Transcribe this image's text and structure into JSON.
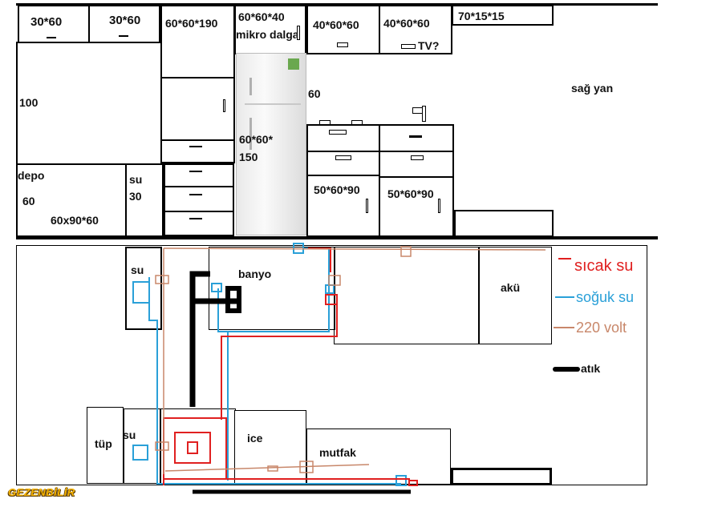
{
  "top": {
    "cab1": "30*60",
    "cab2": "30*60",
    "tall": "60*60*190",
    "micro_line1": "60*60*40",
    "micro_line2": "mikro dalga",
    "cab_40a": "40*60*60",
    "cab_40b": "40*60*60",
    "tv": "TV?",
    "shelf": "70*15*15",
    "side": "sağ yan",
    "h100": "100",
    "depo": "depo",
    "depo_60": "60",
    "depo_dims": "60x90*60",
    "su_top": "su",
    "su_30": "30",
    "fridge_line1": "60*60*",
    "fridge_line2": "150",
    "sixty": "60",
    "drawer_a": "50*60*90",
    "drawer_b": "50*60*90"
  },
  "bottom": {
    "su_upper": "su",
    "banyo": "banyo",
    "aku": "akü",
    "tup": "tüp",
    "su_lower": "su",
    "ice": "ice",
    "mutfak": "mutfak"
  },
  "legend": {
    "hot": "sıcak su",
    "cold": "soğuk su",
    "power": "220 volt",
    "waste": "atık"
  },
  "colors": {
    "hot": "#e02020",
    "cold": "#2aa0d8",
    "power": "#c8876a",
    "waste": "#000000"
  },
  "logo": "GEZENBİLİR"
}
